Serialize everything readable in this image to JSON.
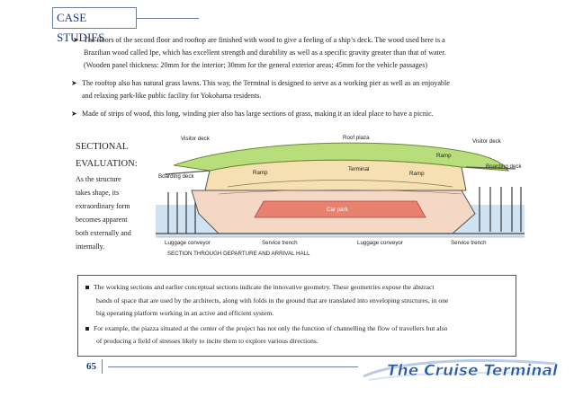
{
  "header": {
    "title": "CASE STUDIES"
  },
  "bullets_top": [
    {
      "line1": "The floors of the second floor and rooftop are finished with wood to give a feeling of a ship’s deck. The wood used here is a",
      "line2": "Brazilian wood called Ipe, which has excellent strength and durability as well as a specific gravity greater than that of water.",
      "line3": "(Wooden panel thickness: 20mm for the interior; 30mm for the general exterior areas; 45mm for the vehicle passages)"
    },
    {
      "line1": "The rooftop also has natural grass lawns. This way, the Terminal is designed to serve as a working pier as well as an enjoyable",
      "line2": "and relaxing park-like public facility for Yokohama residents."
    },
    {
      "line1": "Made of strips of wood, this long, winding pier also has large sections of grass, making it an ideal place to have a picnic."
    }
  ],
  "caption": {
    "heading_1": "SECTIONAL",
    "heading_2": "EVALUATION:",
    "lines": [
      "As the structure",
      "takes shape, its",
      "extraordinary form",
      "becomes apparent",
      "both externally and",
      "internally."
    ]
  },
  "diagram": {
    "labels": {
      "visitor_deck_left": "Visitor deck",
      "roof_plaza": "Roof plaza",
      "visitor_deck_right": "Visitor deck",
      "boarding_deck_left": "Boarding deck",
      "ramp_left": "Ramp",
      "terminal": "Terminal",
      "ramp_right": "Ramp",
      "ramp_top": "Ramp",
      "boarding_deck_right": "Boarding deck",
      "car_park": "Car park",
      "luggage_conveyor_left": "Luggage conveyor",
      "service_trench_left": "Service trench",
      "luggage_conveyor_right": "Luggage conveyor",
      "service_trench_right": "Service trench",
      "caption": "SECTION THROUGH DEPARTURE AND ARRIVAL HALL"
    }
  },
  "box_items": [
    {
      "line1": "The working sections and earlier conceptual sections indicate the innovative geometry. These geometries expose the abstract",
      "line2": "bands of space that are used by the architects, along with folds in the ground that are translated into enveloping structures, in one",
      "line3": "big operating platform working in an active and efficient system."
    },
    {
      "line1": "For example, the piazza situated at the center of the project has not only the function of channelling the flow of travellers but also",
      "line2": "of producing a field of stresses likely to incite them to explore various directions."
    }
  ],
  "footer": {
    "page_number": "65",
    "logo_text": "The Cruise Terminal"
  }
}
